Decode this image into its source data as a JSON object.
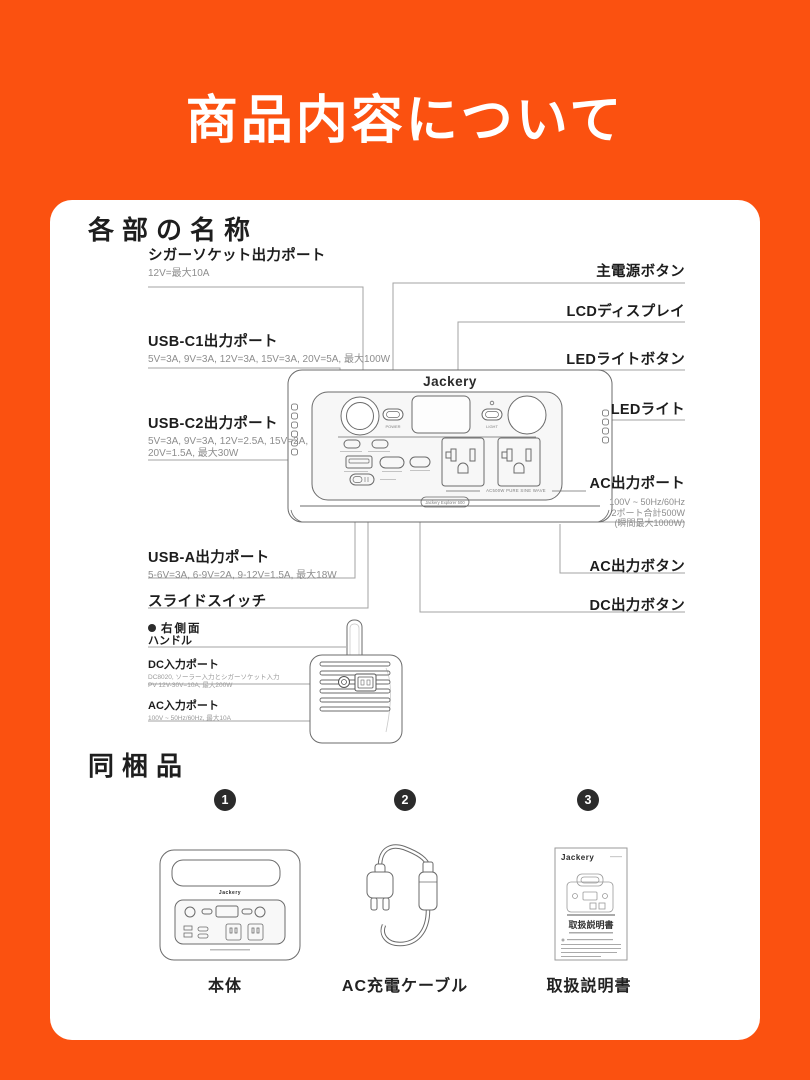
{
  "page": {
    "title": "商品内容について"
  },
  "colors": {
    "background": "#FB5110",
    "card": "#FFFFFF",
    "text": "#1D1D1D",
    "muted_text": "#8D8D8D",
    "line_art": "#6B6B6B",
    "connector_lines": "#A3A3A3",
    "number_badge": "#2B2B2B"
  },
  "parts_section": {
    "heading": "各部の名称",
    "left_labels": [
      {
        "title": "シガーソケット出力ポート",
        "specs": [
          "12V=最大10A"
        ]
      },
      {
        "title": "USB-C1出力ポート",
        "specs": [
          "5V=3A, 9V=3A, 12V=3A, 15V=3A, 20V=5A, 最大100W"
        ]
      },
      {
        "title": "USB-C2出力ポート",
        "specs": [
          "5V=3A, 9V=3A, 12V=2.5A, 15V=2A,",
          "20V=1.5A, 最大30W"
        ]
      },
      {
        "title": "USB-A出力ポート",
        "specs": [
          "5-6V=3A, 6-9V=2A, 9-12V=1.5A, 最大18W"
        ]
      },
      {
        "title": "スライドスイッチ",
        "specs": []
      }
    ],
    "right_labels": [
      {
        "title": "主電源ボタン"
      },
      {
        "title": "LCDディスプレイ"
      },
      {
        "title": "LEDライトボタン"
      },
      {
        "title": "LEDライト"
      },
      {
        "title": "AC出力ポート",
        "specs": [
          "100V ~ 50Hz/60Hz",
          "2ポート合計500W",
          "(瞬間最大1000W)"
        ]
      },
      {
        "title": "AC出力ボタン"
      },
      {
        "title": "DC出力ボタン"
      }
    ],
    "side_view": {
      "view_label": "右側面",
      "handle": {
        "title": "ハンドル"
      },
      "dc_in": {
        "title": "DC入力ポート",
        "specs": [
          "DC8020, ソーラー入力とシガーソケット入力",
          "PV 12V-30V=10A, 最大200W"
        ]
      },
      "ac_in": {
        "title": "AC入力ポート",
        "specs": [
          "100V ~ 50Hz/60Hz, 最大10A"
        ]
      }
    },
    "device": {
      "brand": "Jackery",
      "power_button_label": "POWER",
      "light_button_label": "LIGHT",
      "ac_outlet_note": "AC500W PURE SINE WAVE",
      "model_badge": "Jackery Explorer 500"
    }
  },
  "included_section": {
    "heading": "同梱品",
    "items": [
      {
        "number": "1",
        "caption": "本体"
      },
      {
        "number": "2",
        "caption": "AC充電ケーブル"
      },
      {
        "number": "3",
        "caption": "取扱説明書"
      }
    ],
    "manual": {
      "brand": "Jackery",
      "title": "取扱説明書"
    }
  }
}
